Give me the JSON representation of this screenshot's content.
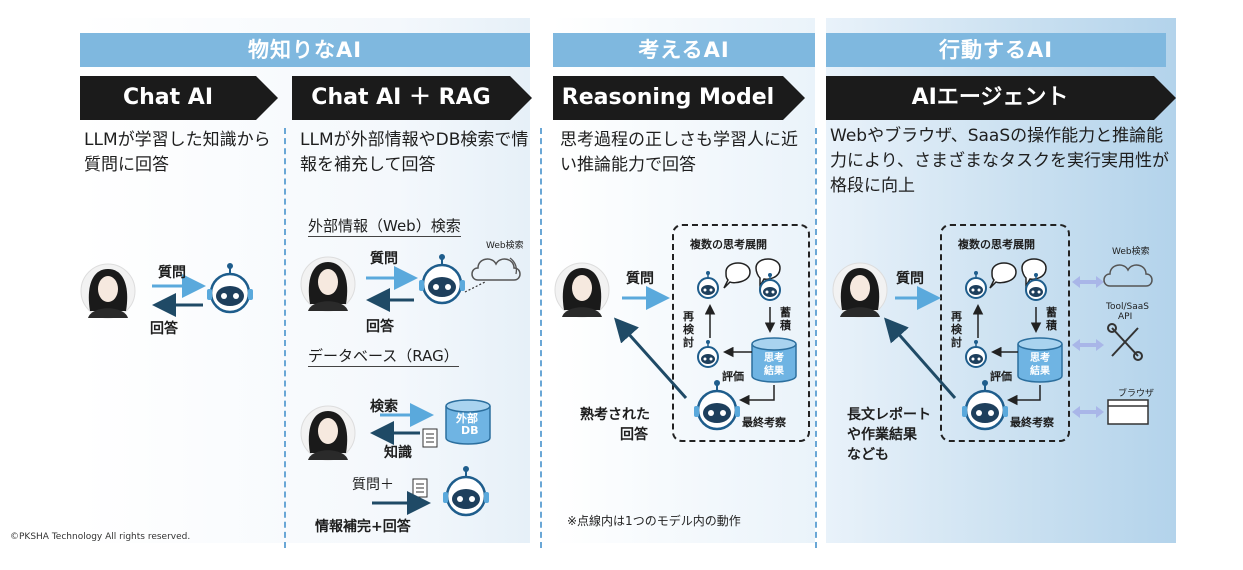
{
  "categories": [
    "物知りなAI",
    "考えるAI",
    "行動するAI"
  ],
  "headers": [
    "Chat AI",
    "Chat AI ＋ RAG",
    "Reasoning Model",
    "AIエージェント"
  ],
  "descriptions": [
    "LLMが学習した知識から質問に回答",
    "LLMが外部情報やDB検索で情報を補充して回答",
    "思考過程の正しさも学習人に近い推論能力で回答",
    "Webやブラウザ、SaaSの操作能力と推論能力により、さまざまなタスクを実行実用性が格段に向上"
  ],
  "col1": {
    "question": "質問",
    "answer": "回答"
  },
  "col2": {
    "section_web": "外部情報（Web）検索",
    "question": "質問",
    "answer": "回答",
    "web_search": "Web検索",
    "section_rag": "データベース（RAG）",
    "search": "検索",
    "knowledge": "知識",
    "db_line1": "外部",
    "db_line2": "DB",
    "question_plus": "質問＋",
    "info_answer": "情報補完+回答"
  },
  "col3": {
    "question": "質問",
    "multi_thought": "複数の思考展開",
    "reexamine": "再検討",
    "accumulate": "蓄積",
    "result_line1": "思考",
    "result_line2": "結果",
    "evaluate": "評価",
    "final_thought": "最終考察",
    "deliberate_line1": "熟考された",
    "deliberate_line2": "回答",
    "note": "※点線内は1つのモデル内の動作"
  },
  "col4": {
    "question": "質問",
    "multi_thought": "複数の思考展開",
    "reexamine": "再検討",
    "accumulate": "蓄積",
    "result_line1": "思考",
    "result_line2": "結果",
    "evaluate": "評価",
    "final_thought": "最終考察",
    "report_line1": "長文レポート",
    "report_line2": "や作業結果",
    "report_line3": "なども",
    "web_search": "Web検索",
    "tool_line1": "Tool/SaaS",
    "tool_line2": "API",
    "browser": "ブラウザ"
  },
  "copyright": "©PKSHA Technology All rights reserved.",
  "colors": {
    "accent": "#7fb8df",
    "header": "#1b1b1b",
    "arrow": "#5aa9dc",
    "dark_arrow": "#1f4a66",
    "robot": "#1e5d8c"
  }
}
